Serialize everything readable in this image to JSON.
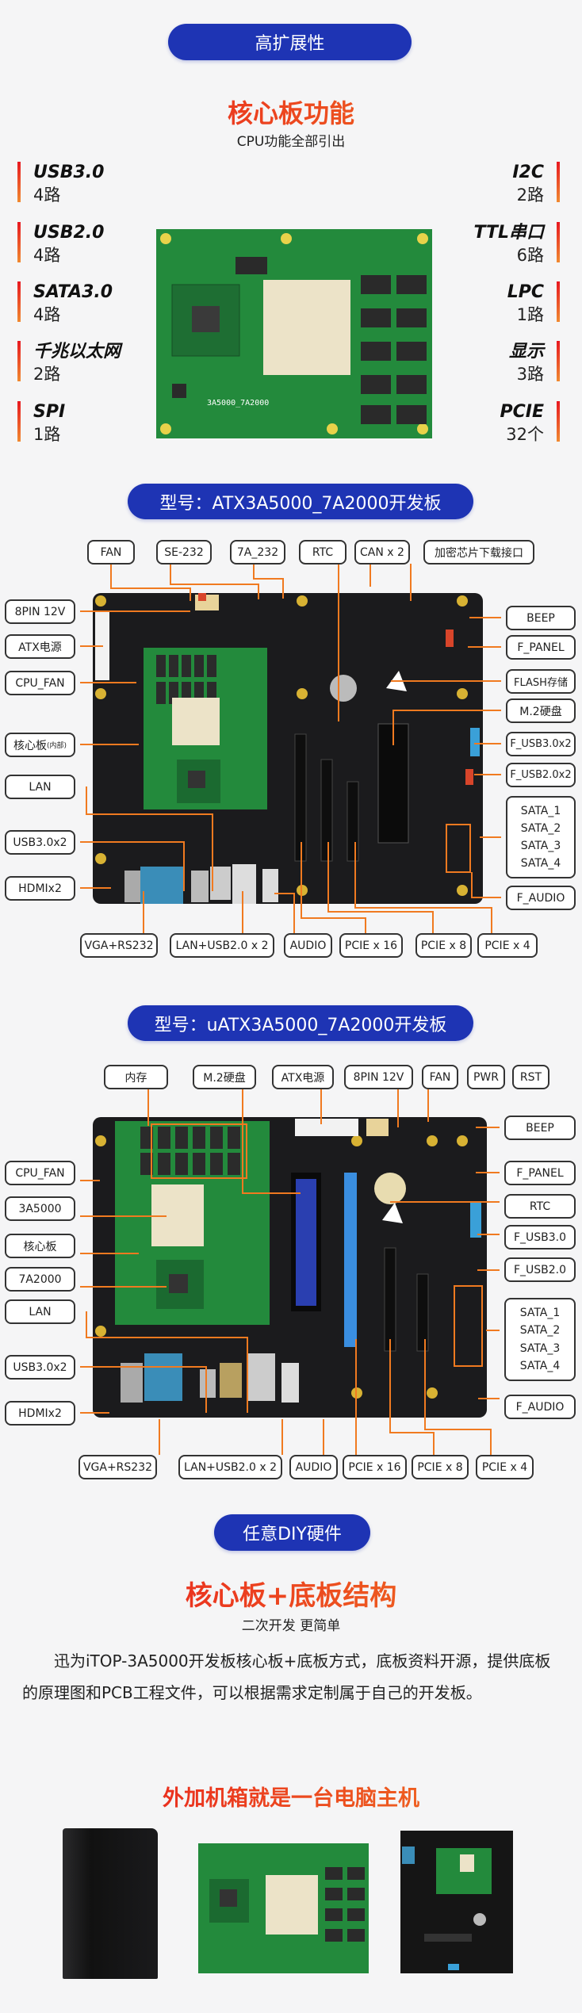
{
  "section1": {
    "pill": "高扩展性",
    "title": "核心板功能",
    "subtitle": "CPU功能全部引出",
    "left": [
      {
        "name": "USB3.0",
        "count": "4路"
      },
      {
        "name": "USB2.0",
        "count": "4路"
      },
      {
        "name": "SATA3.0",
        "count": "4路"
      },
      {
        "name": "千兆以太网",
        "count": "2路"
      },
      {
        "name": "SPI",
        "count": "1路"
      }
    ],
    "right": [
      {
        "name": "I2C",
        "count": "2路"
      },
      {
        "name": "TTL串口",
        "count": "6路"
      },
      {
        "name": "LPC",
        "count": "1路"
      },
      {
        "name": "显示",
        "count": "3路"
      },
      {
        "name": "PCIE",
        "count": "32个"
      }
    ],
    "board_silk": "3A5000_7A2000"
  },
  "section2": {
    "pill": "型号：ATX3A5000_7A2000开发板",
    "top": [
      "FAN",
      "SE-232",
      "7A_232",
      "RTC",
      "CAN x 2",
      "加密芯片下载接口"
    ],
    "left": [
      "8PIN 12V",
      "ATX电源",
      "CPU_FAN",
      "核心板",
      "LAN",
      "USB3.0x2",
      "HDMIx2"
    ],
    "left_core_note": "(内部)",
    "right": [
      "BEEP",
      "F_PANEL",
      "FLASH存储",
      "M.2硬盘",
      "F_USB3.0x2",
      "F_USB2.0x2"
    ],
    "sata": [
      "SATA_1",
      "SATA_2",
      "SATA_3",
      "SATA_4"
    ],
    "right_bottom": "F_AUDIO",
    "bottom": [
      "VGA+RS232",
      "LAN+USB2.0 x 2",
      "AUDIO",
      "PCIE x 16",
      "PCIE x 8",
      "PCIE x 4"
    ]
  },
  "section3": {
    "pill": "型号：uATX3A5000_7A2000开发板",
    "top": [
      "内存",
      "M.2硬盘",
      "ATX电源",
      "8PIN 12V",
      "FAN",
      "PWR",
      "RST"
    ],
    "left": [
      "CPU_FAN",
      "3A5000",
      "核心板",
      "7A2000",
      "LAN",
      "USB3.0x2",
      "HDMIx2"
    ],
    "right": [
      "BEEP",
      "F_PANEL",
      "RTC",
      "F_USB3.0",
      "F_USB2.0"
    ],
    "sata": [
      "SATA_1",
      "SATA_2",
      "SATA_3",
      "SATA_4"
    ],
    "right_bottom": "F_AUDIO",
    "bottom": [
      "VGA+RS232",
      "LAN+USB2.0 x 2",
      "AUDIO",
      "PCIE x 16",
      "PCIE x 8",
      "PCIE x 4"
    ]
  },
  "section4": {
    "pill": "任意DIY硬件",
    "title": "核心板+底板结构",
    "subtitle": "二次开发 更简单",
    "paragraph": "迅为iTOP-3A5000开发板核心板+底板方式，底板资料开源，提供底板的原理图和PCB工程文件，可以根据需求定制属于自己的开发板。",
    "title2": "外加机箱就是一台电脑主机"
  },
  "colors": {
    "pill": "#1e34b4",
    "accent_red": "#e8141e",
    "accent_orange": "#f07a20",
    "pcb_green": "#1f8a3a",
    "board_black": "#1b1b1d"
  }
}
